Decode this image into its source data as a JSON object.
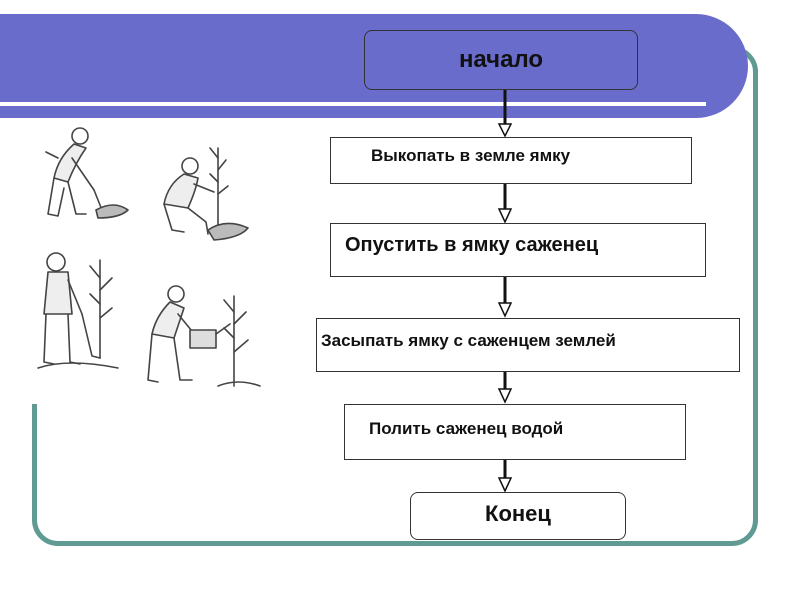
{
  "flowchart": {
    "start": "начало",
    "steps": [
      "Выкопать в земле ямку",
      "Опустить в ямку саженец",
      "Засыпать ямку с саженцем землей",
      "Полить саженец водой"
    ],
    "end": "Конец"
  },
  "colors": {
    "header": "#6a6ccc",
    "frame": "#5f9a93",
    "box_border": "#333333"
  }
}
